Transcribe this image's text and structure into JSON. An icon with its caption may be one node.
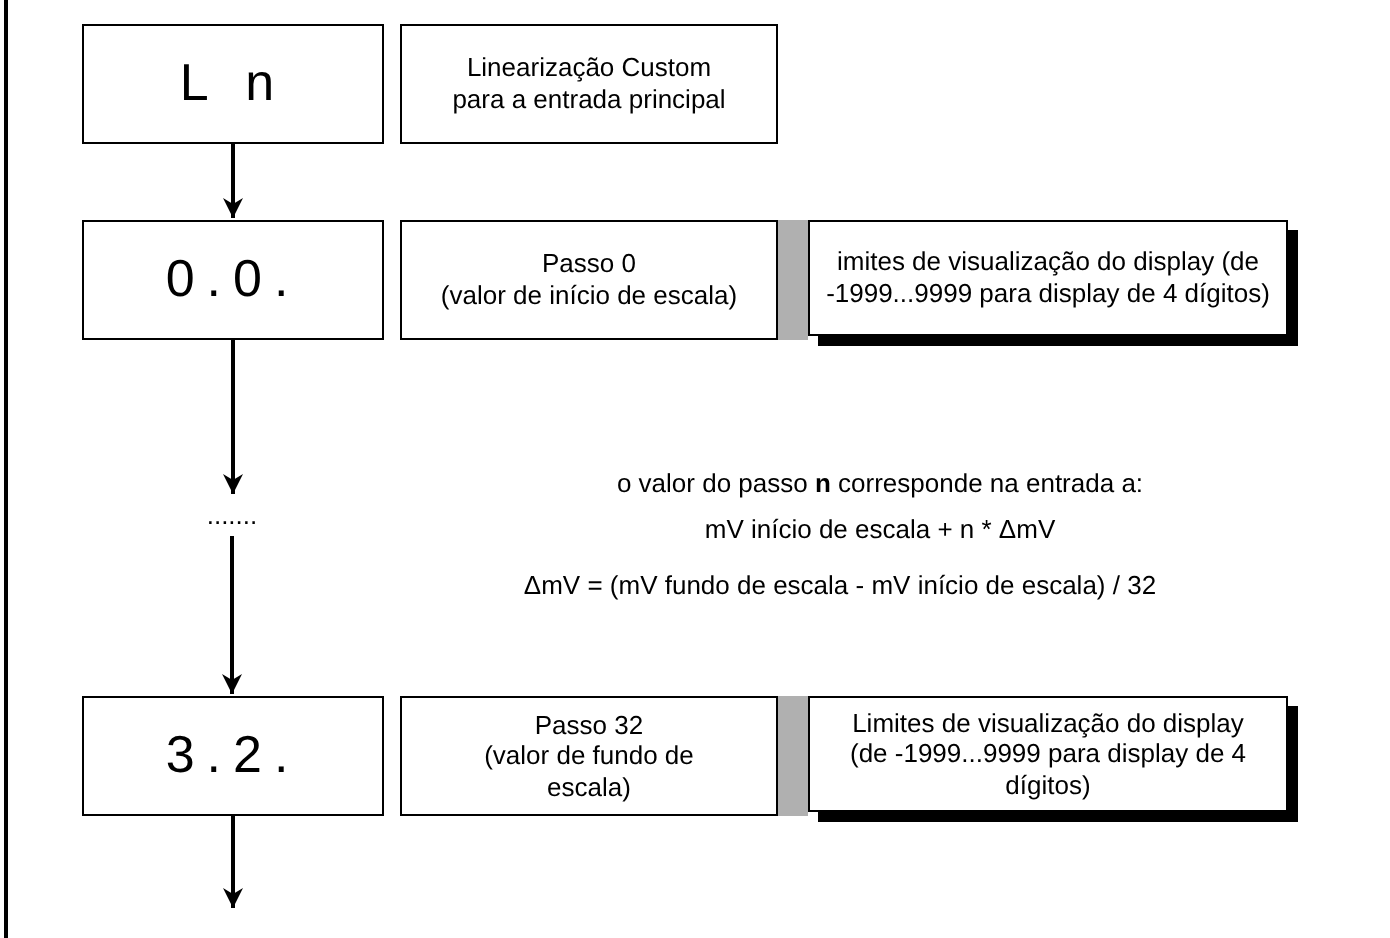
{
  "diagram": {
    "nodes": [
      {
        "text": [
          "L n"
        ]
      },
      {
        "text": [
          "Linearização Custom para a entrada principal"
        ]
      },
      {
        "text": [
          "0.0."
        ]
      },
      {
        "text": [
          "Passo 0",
          "(valor de início de escala)"
        ]
      },
      {
        "text": [
          "imites de visualização do display (de -1999...9999 para display de 4 dígitos)"
        ]
      },
      {
        "text": [
          "......."
        ]
      },
      {
        "text": [
          "3.2."
        ]
      },
      {
        "text": [
          "Passo 32",
          "(valor de fundo de escala)"
        ]
      },
      {
        "text": [
          "Limites de visualização do display (de -1999...9999 para display de 4 dígitos)"
        ]
      }
    ],
    "edges": [
      {
        "from": 0,
        "to": 2,
        "arrow": "to"
      },
      {
        "from": 2,
        "to": 5,
        "arrow": "to"
      },
      {
        "from": 5,
        "to": 6,
        "arrow": "to"
      },
      {
        "from": 6,
        "to": null,
        "arrow": "to"
      }
    ],
    "labels": [
      "o valor do passo **n** corresponde na entrada a:",
      "mV início de escala + n * ΔmV",
      "ΔmV = (mV fundo de escala - mV início de escala) / 32"
    ]
  }
}
